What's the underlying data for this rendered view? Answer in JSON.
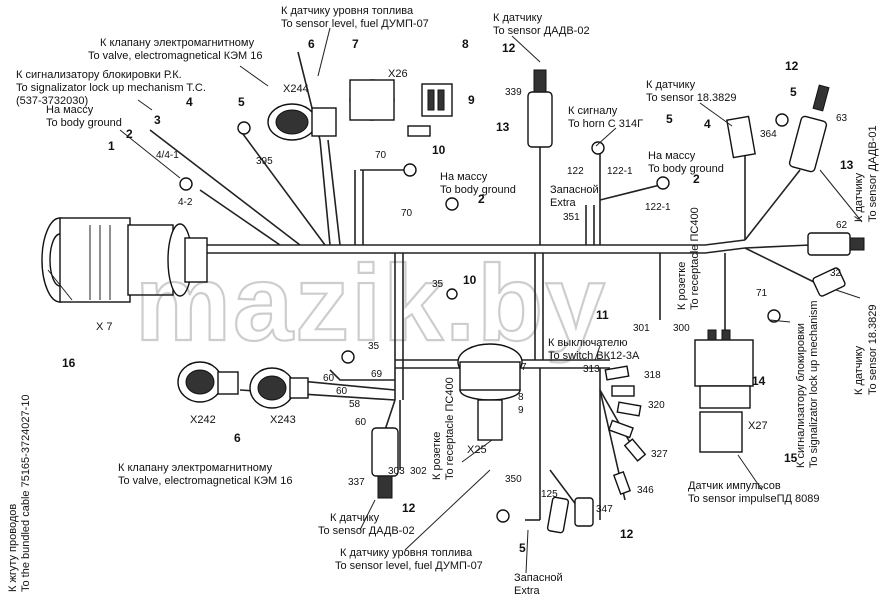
{
  "title": "",
  "watermark": "mazik.by",
  "labels": {
    "sensor_fuel_top": [
      "К датчику уровня топлива",
      "To sensor level, fuel ДУМП-07"
    ],
    "sensor_dadv_top": [
      "К датчику",
      "To sensor ДАДВ-02"
    ],
    "valve_top": [
      "К клапану электромагнитному",
      "To valve, electromagnetical КЭМ 16"
    ],
    "lockup_signal": [
      "К сигнализатору блокировки Р.К.",
      "To signalizator lock up mechanism T.C.",
      "(537-3732030)"
    ],
    "body_ground_left": [
      "На массу",
      "To body ground"
    ],
    "sensor_18_top": [
      "К датчику",
      "To sensor 18.3829"
    ],
    "horn": [
      "К сигналу",
      "To horn С 314Г"
    ],
    "body_ground_mid": [
      "На массу",
      "To body ground"
    ],
    "body_ground_right": [
      "На массу",
      "To body ground"
    ],
    "extra_mid": [
      "Запасной",
      "Extra"
    ],
    "receptacle_pc400_top": [
      "К розетке",
      "To receptacle ПС400"
    ],
    "sensor_dadv01": [
      "К датчику",
      "To sensor ДАДВ-01"
    ],
    "sensor_18_right": [
      "К датчику",
      "To sensor 18.3829"
    ],
    "lockup_right": [
      "К сигнализатору блокировки",
      "To signalizator lock up mechanism"
    ],
    "bundled_cable": [
      "К жгуту проводов",
      "To the bundled cable 75165-3724027-10"
    ],
    "switch": [
      "К выключателю",
      "To switch ВК12-3А"
    ],
    "receptacle_pc400_bottom": [
      "К розетке",
      "To receptacle ПС400"
    ],
    "valve_bottom": [
      "К клапану электромагнитному",
      "To valve, electromagnetical КЭМ 16"
    ],
    "sensor_dadv_bottom": [
      "К датчику",
      "To sensor ДАДВ-02"
    ],
    "sensor_fuel_bottom": [
      "К датчику уровня топлива",
      "To sensor level, fuel ДУМП-07"
    ],
    "extra_bottom": [
      "Запасной",
      "Extra"
    ],
    "impulse_sensor": [
      "Датчик импульсов",
      "To sensor impulseПД 8089"
    ]
  },
  "connectors": [
    "X 7",
    "X244",
    "X26",
    "X242",
    "X243",
    "X25",
    "X27"
  ],
  "callouts": [
    "1",
    "2",
    "2",
    "2",
    "3",
    "4",
    "4",
    "5",
    "5",
    "5",
    "5",
    "6",
    "6",
    "7",
    "8",
    "9",
    "10",
    "10",
    "11",
    "12",
    "12",
    "12",
    "12",
    "13",
    "13",
    "14",
    "15",
    "16"
  ],
  "wire_numbers": {
    "top_left": [
      "4/4-1",
      "4-2",
      "395",
      "70",
      "70",
      "339"
    ],
    "top_right": [
      "122",
      "122-1",
      "122-1",
      "351",
      "364",
      "63",
      "62",
      "32",
      "71"
    ],
    "mid": [
      "35",
      "35",
      "301",
      "300",
      "313",
      "318",
      "320",
      "327",
      "346",
      "347",
      "350",
      "125"
    ],
    "bottom_left": [
      "60",
      "69",
      "60",
      "58",
      "60",
      "337",
      "303",
      "302",
      "8",
      "9",
      "7"
    ]
  }
}
